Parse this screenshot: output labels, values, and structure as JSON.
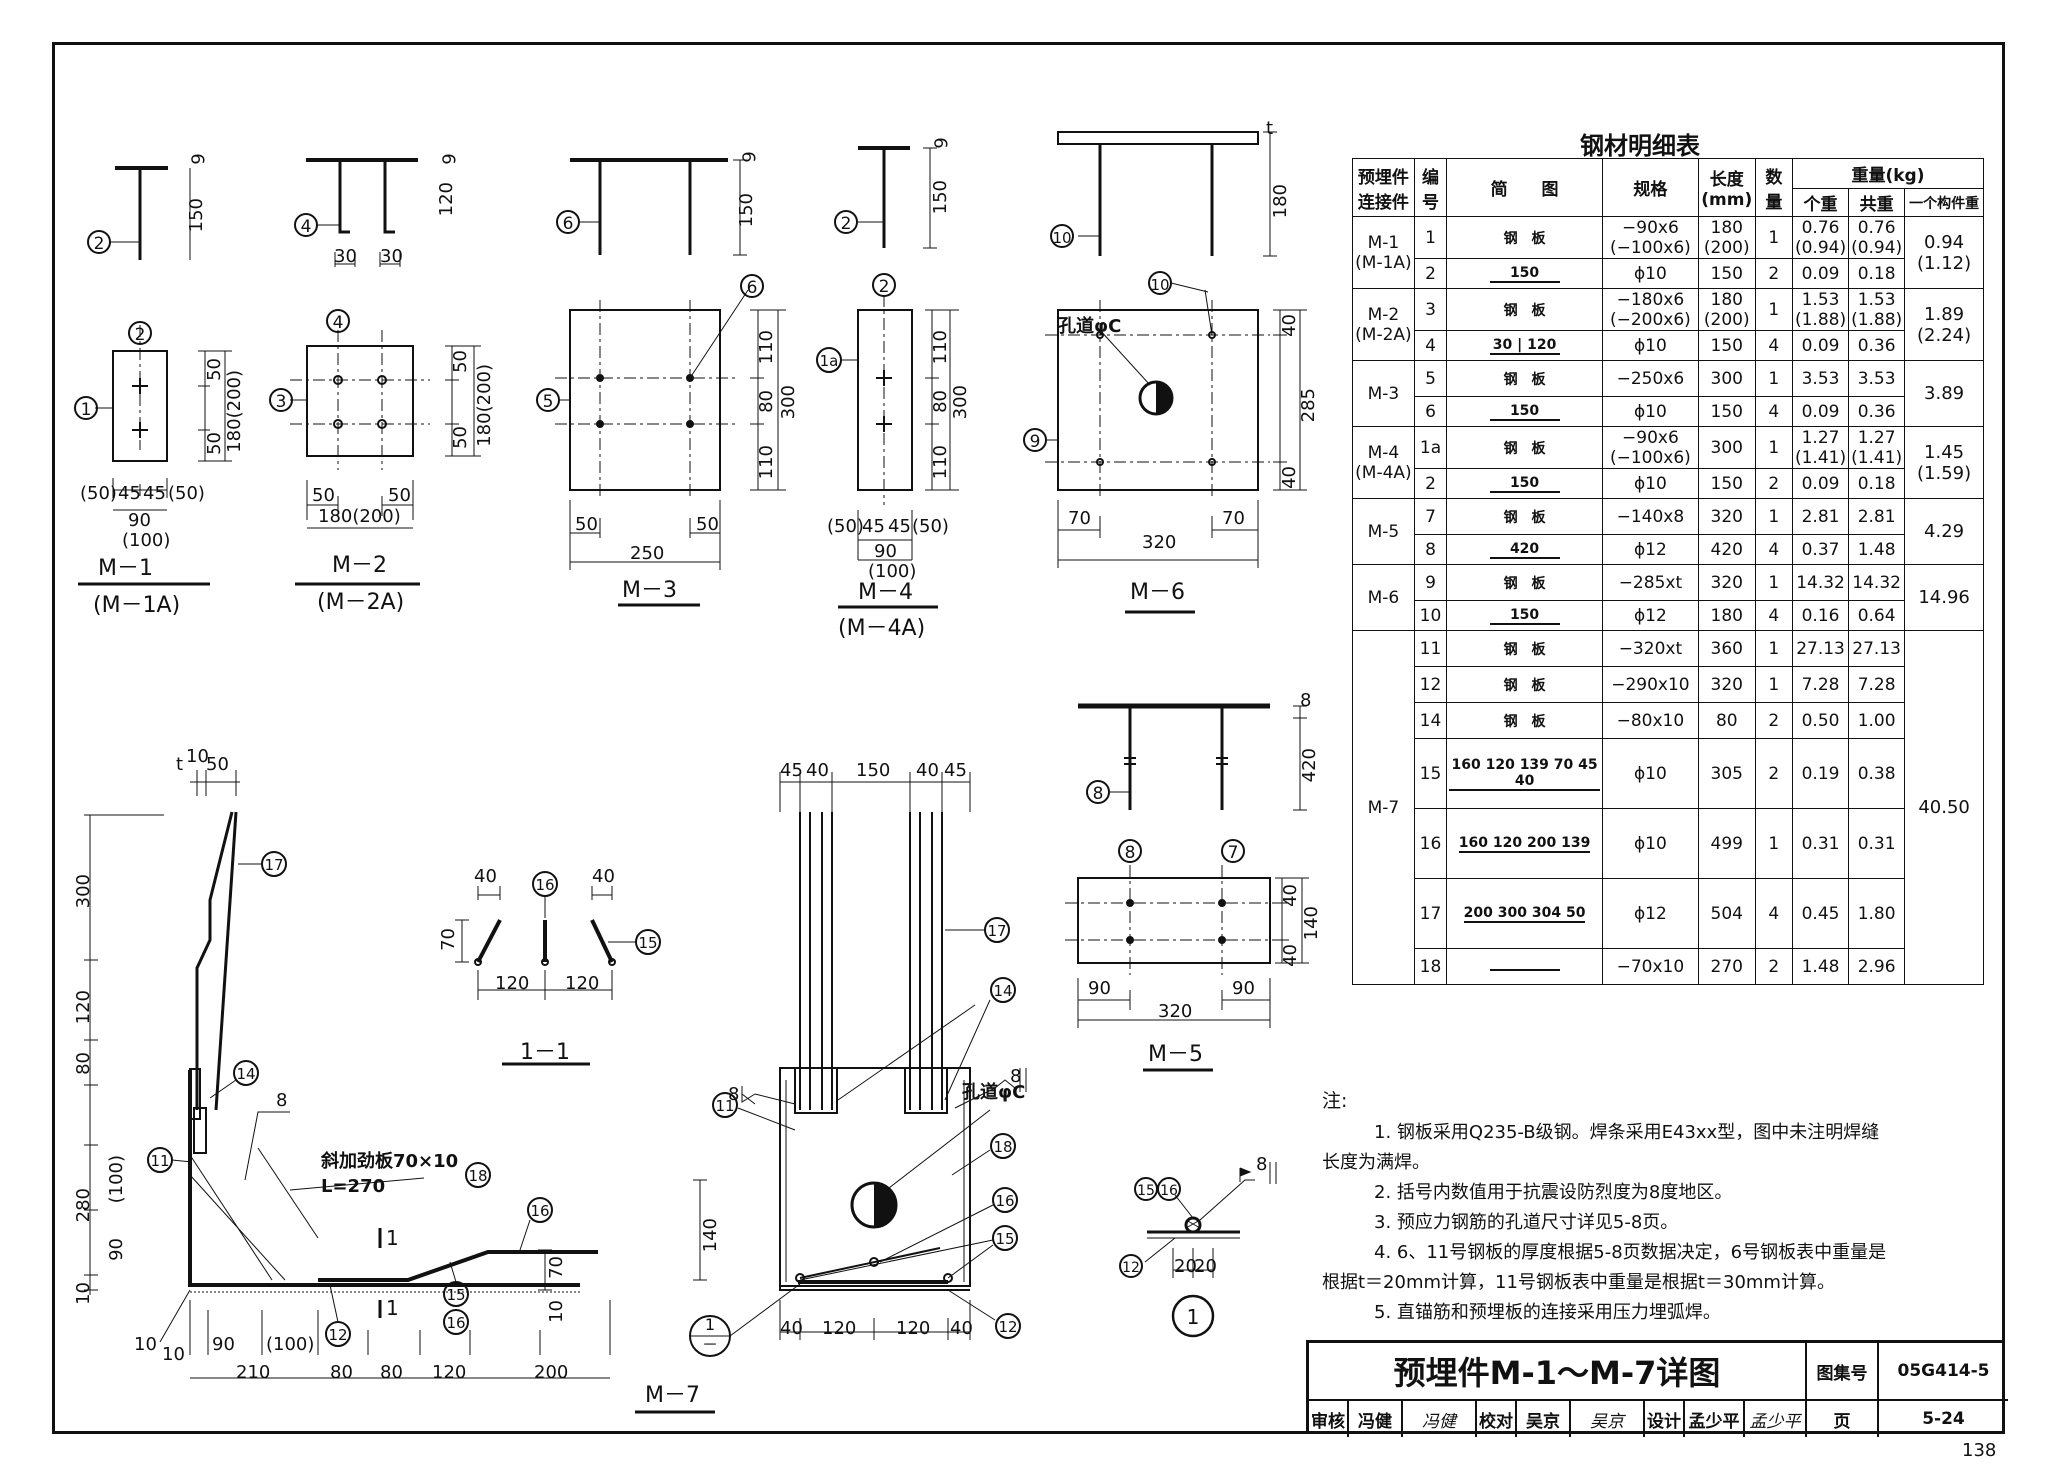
{
  "labels": {
    "m1": "M－1",
    "m1a": "(M－1A)",
    "m2": "M－2",
    "m2a": "(M－2A)",
    "m3": "M－3",
    "m4": "M－4",
    "m4a": "(M－4A)",
    "m5": "M－5",
    "m6": "M－6",
    "m7": "M－7",
    "sec11": "1－1",
    "hole": "孔道φC",
    "stiffener": "斜加劲板70×10",
    "stiffener_len": "L=270",
    "sec_mark": "1"
  },
  "dims": {
    "d6": "6",
    "d150": "150",
    "d120": "120",
    "d180": "180",
    "d30": "30",
    "d50": "50",
    "d45": "45",
    "d90": "90",
    "d100": "(100)",
    "d50p": "(50)",
    "d180_200": "180(200)",
    "d110": "110",
    "d80": "80",
    "d300": "300",
    "d250": "250",
    "d40": "40",
    "d285": "285",
    "d70": "70",
    "d320": "320",
    "d8": "8",
    "d420": "420",
    "d140": "140",
    "d10": "10",
    "d280": "280",
    "d210": "210",
    "d200": "200",
    "d20": "20",
    "dt": "t",
    "d120b": "120"
  },
  "table": {
    "title": "钢材明细表",
    "headers": {
      "member": "预埋件连接件",
      "no": "编号",
      "sketch": "简　　图",
      "spec": "规格",
      "length": "长度(mm)",
      "qty": "数量",
      "weight": "重量(kg)",
      "each": "个重",
      "total": "共重",
      "per_member": "一个构件重"
    },
    "groups": [
      {
        "member": "M-1 (M-1A)",
        "per": "0.94 (1.12)",
        "rows": [
          {
            "no": "1",
            "fig": "钢　板",
            "spec": "−90x6 (−100x6)",
            "len": "180 (200)",
            "qty": "1",
            "each": "0.76 (0.94)",
            "total": "0.76 (0.94)"
          },
          {
            "no": "2",
            "fig": "150",
            "spec": "ϕ10",
            "len": "150",
            "qty": "2",
            "each": "0.09",
            "total": "0.18"
          }
        ]
      },
      {
        "member": "M-2 (M-2A)",
        "per": "1.89 (2.24)",
        "rows": [
          {
            "no": "3",
            "fig": "钢　板",
            "spec": "−180x6 (−200x6)",
            "len": "180 (200)",
            "qty": "1",
            "each": "1.53 (1.88)",
            "total": "1.53 (1.88)"
          },
          {
            "no": "4",
            "fig": "30 | 120",
            "spec": "ϕ10",
            "len": "150",
            "qty": "4",
            "each": "0.09",
            "total": "0.36"
          }
        ]
      },
      {
        "member": "M-3",
        "per": "3.89",
        "rows": [
          {
            "no": "5",
            "fig": "钢　板",
            "spec": "−250x6",
            "len": "300",
            "qty": "1",
            "each": "3.53",
            "total": "3.53"
          },
          {
            "no": "6",
            "fig": "150",
            "spec": "ϕ10",
            "len": "150",
            "qty": "4",
            "each": "0.09",
            "total": "0.36"
          }
        ]
      },
      {
        "member": "M-4 (M-4A)",
        "per": "1.45 (1.59)",
        "rows": [
          {
            "no": "1a",
            "fig": "钢　板",
            "spec": "−90x6 (−100x6)",
            "len": "300",
            "qty": "1",
            "each": "1.27 (1.41)",
            "total": "1.27 (1.41)"
          },
          {
            "no": "2",
            "fig": "150",
            "spec": "ϕ10",
            "len": "150",
            "qty": "2",
            "each": "0.09",
            "total": "0.18"
          }
        ]
      },
      {
        "member": "M-5",
        "per": "4.29",
        "rows": [
          {
            "no": "7",
            "fig": "钢　板",
            "spec": "−140x8",
            "len": "320",
            "qty": "1",
            "each": "2.81",
            "total": "2.81"
          },
          {
            "no": "8",
            "fig": "420",
            "spec": "ϕ12",
            "len": "420",
            "qty": "4",
            "each": "0.37",
            "total": "1.48"
          }
        ]
      },
      {
        "member": "M-6",
        "per": "14.96",
        "rows": [
          {
            "no": "9",
            "fig": "钢　板",
            "spec": "−285xt",
            "len": "320",
            "qty": "1",
            "each": "14.32",
            "total": "14.32"
          },
          {
            "no": "10",
            "fig": "150",
            "spec": "ϕ12",
            "len": "180",
            "qty": "4",
            "each": "0.16",
            "total": "0.64"
          }
        ]
      },
      {
        "member": "M-7",
        "per": "40.50",
        "rows": [
          {
            "no": "11",
            "fig": "钢　板",
            "spec": "−320xt",
            "len": "360",
            "qty": "1",
            "each": "27.13",
            "total": "27.13"
          },
          {
            "no": "12",
            "fig": "钢　板",
            "spec": "−290x10",
            "len": "320",
            "qty": "1",
            "each": "7.28",
            "total": "7.28"
          },
          {
            "no": "14",
            "fig": "钢　板",
            "spec": "−80x10",
            "len": "80",
            "qty": "2",
            "each": "0.50",
            "total": "1.00"
          },
          {
            "no": "15",
            "fig": "160 120 139 70 45 40",
            "spec": "ϕ10",
            "len": "305",
            "qty": "2",
            "each": "0.19",
            "total": "0.38"
          },
          {
            "no": "16",
            "fig": "160 120 200 139",
            "spec": "ϕ10",
            "len": "499",
            "qty": "1",
            "each": "0.31",
            "total": "0.31"
          },
          {
            "no": "17",
            "fig": "200 300 304 50",
            "spec": "ϕ12",
            "len": "504",
            "qty": "4",
            "each": "0.45",
            "total": "1.80"
          },
          {
            "no": "18",
            "fig": "",
            "spec": "−70x10",
            "len": "270",
            "qty": "2",
            "each": "1.48",
            "total": "2.96"
          }
        ]
      }
    ]
  },
  "notes": {
    "head": "注:",
    "n1a": "1. 钢板采用Q235-B级钢。焊条采用E43xx型，图中未注明焊缝",
    "n1b": "长度为满焊。",
    "n2": "2. 括号内数值用于抗震设防烈度为8度地区。",
    "n3": "3. 预应力钢筋的孔道尺寸详见5-8页。",
    "n4a": "4. 6、11号钢板的厚度根据5-8页数据决定，6号钢板表中重量是",
    "n4b": "根据t＝20mm计算，11号钢板表中重量是根据t＝30mm计算。",
    "n5": "5. 直锚筋和预埋板的连接采用压力埋弧焊。"
  },
  "titleblock": {
    "title": "预埋件M-1～M-7详图",
    "atlas_label": "图集号",
    "atlas_no": "05G414-5",
    "review_label": "审核",
    "reviewer": "冯健",
    "reviewer_sig": "冯健",
    "check_label": "校对",
    "checker": "吴京",
    "checker_sig": "吴京",
    "design_label": "设计",
    "designer": "孟少平",
    "designer_sig": "孟少平",
    "page_label": "页",
    "page_no": "5-24"
  },
  "page_number": "138"
}
